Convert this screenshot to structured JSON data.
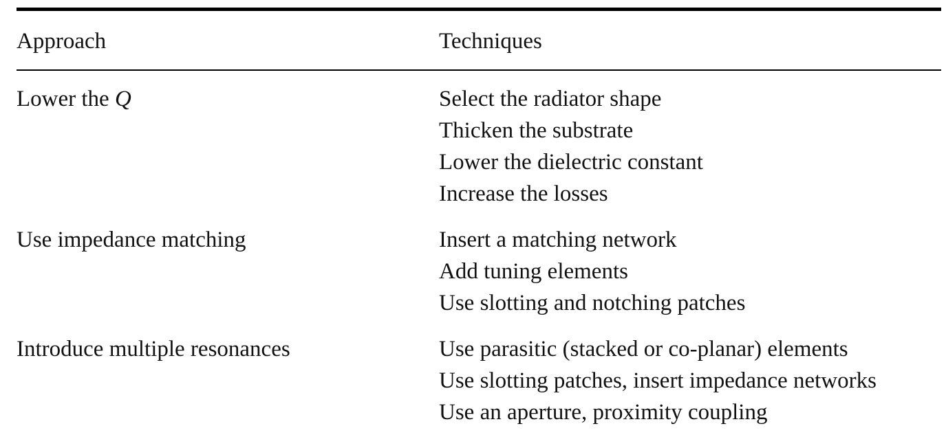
{
  "table": {
    "headers": {
      "approach": "Approach",
      "techniques": "Techniques"
    },
    "rows": [
      {
        "approach_prefix": "Lower the ",
        "approach_symbol": "Q",
        "techniques": [
          "Select the radiator shape",
          "Thicken the substrate",
          "Lower the dielectric constant",
          "Increase the losses"
        ]
      },
      {
        "approach_prefix": "Use impedance matching",
        "approach_symbol": "",
        "techniques": [
          "Insert a matching network",
          "Add tuning elements",
          "Use slotting and notching patches"
        ]
      },
      {
        "approach_prefix": "Introduce multiple resonances",
        "approach_symbol": "",
        "techniques": [
          "Use parasitic (stacked or co-planar) elements",
          "Use slotting patches, insert impedance networks",
          "Use an aperture, proximity coupling"
        ]
      }
    ]
  }
}
